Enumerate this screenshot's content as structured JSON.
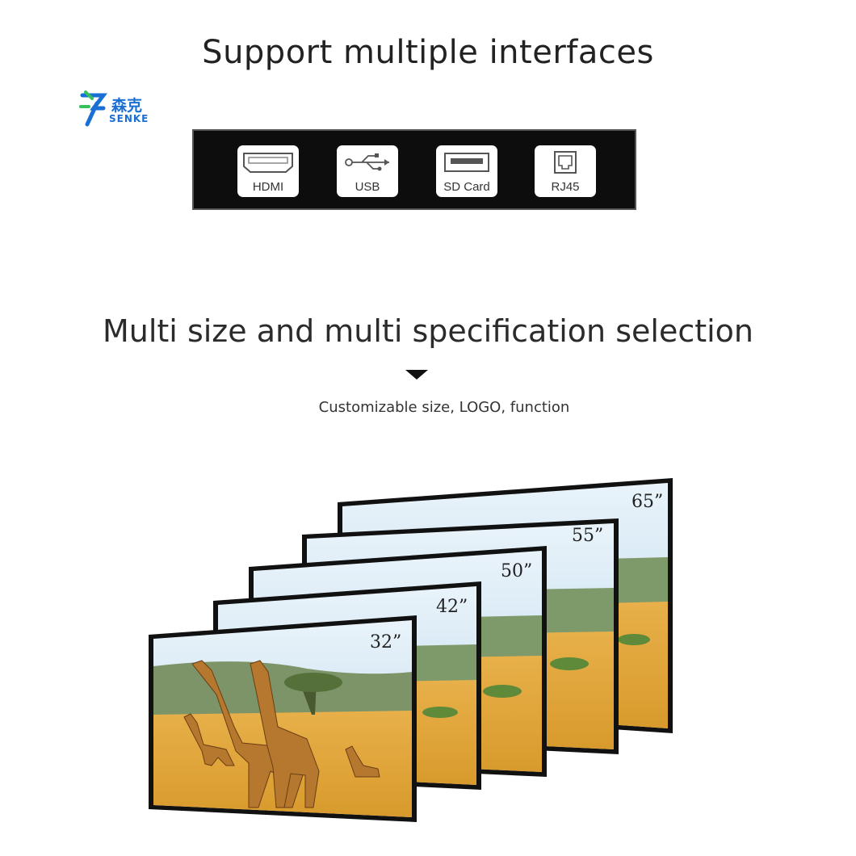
{
  "heading_interfaces": "Support multiple interfaces",
  "brand": {
    "cn": "森克",
    "en": "SENKE"
  },
  "interfaces": [
    {
      "label": "HDMI",
      "icon": "hdmi-port-icon"
    },
    {
      "label": "USB",
      "icon": "usb-icon"
    },
    {
      "label": "SD Card",
      "icon": "sd-card-icon"
    },
    {
      "label": "RJ45",
      "icon": "rj45-port-icon"
    }
  ],
  "heading_sizes": "Multi size and multi specification selection",
  "subtitle": "Customizable size, LOGO, function",
  "screen_sizes": [
    "65”",
    "55”",
    "50”",
    "42”",
    "32”"
  ],
  "colors": {
    "brand_blue": "#1a6fd4",
    "bar_black": "#0d0d0d",
    "grass": "#e0a63a",
    "sky": "#cfe4f2"
  }
}
